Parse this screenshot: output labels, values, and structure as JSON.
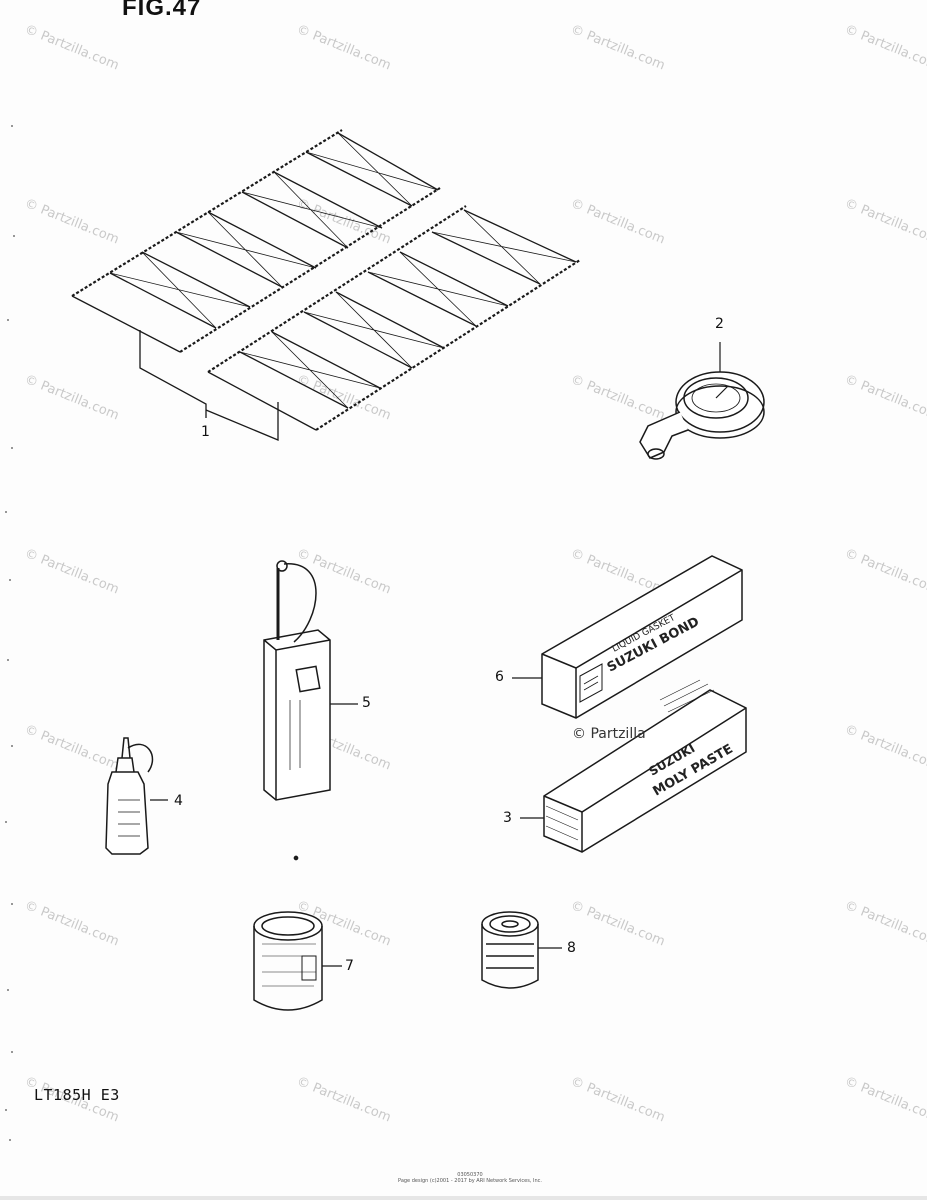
{
  "figure": {
    "title": "FIG.47",
    "model": "LT185H E3",
    "footer_code": "03050370",
    "footer_credit": "Page design (c)2001 - 2017 by ARI Network Services, Inc."
  },
  "callouts": [
    {
      "id": "1",
      "label": "1"
    },
    {
      "id": "2",
      "label": "2"
    },
    {
      "id": "3",
      "label": "3"
    },
    {
      "id": "4",
      "label": "4"
    },
    {
      "id": "5",
      "label": "5"
    },
    {
      "id": "6",
      "label": "6"
    },
    {
      "id": "7",
      "label": "7"
    },
    {
      "id": "8",
      "label": "8"
    }
  ],
  "watermark": {
    "text": "© Partzilla.com",
    "inline_text": "© Partzilla"
  },
  "parts": {
    "bond_box": {
      "line1": "LIQUID GASKET",
      "line2": "SUZUKI BOND"
    },
    "paste_box": {
      "line1": "SUZUKI",
      "line2": "MOLY PASTE"
    }
  }
}
